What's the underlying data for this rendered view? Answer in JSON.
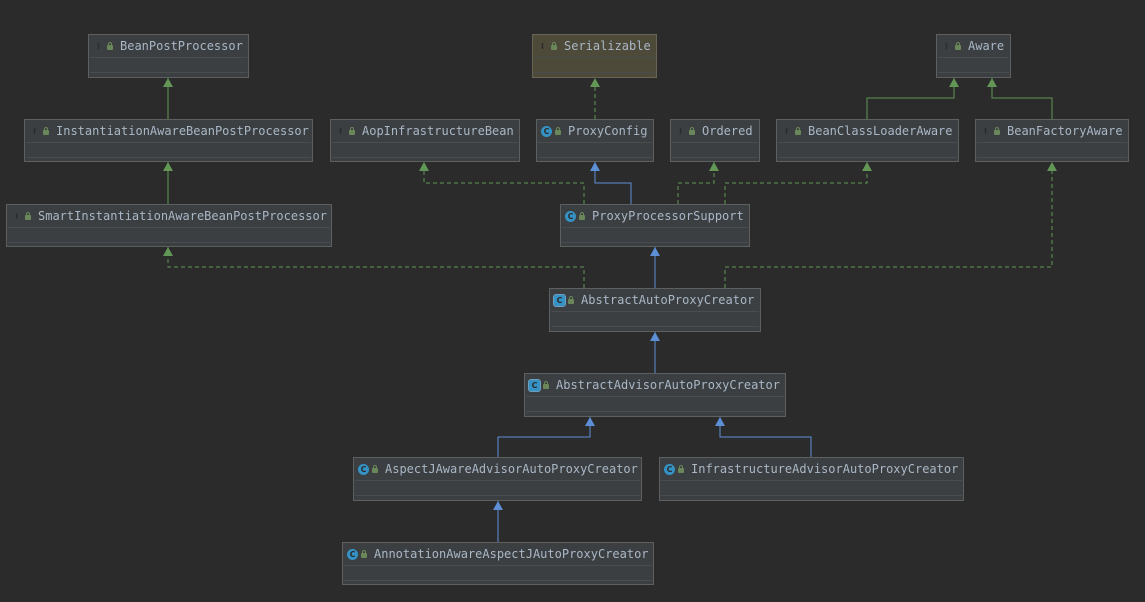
{
  "nodes": [
    {
      "id": "BeanPostProcessor",
      "name": "BeanPostProcessor",
      "kind": "interface",
      "kind_letter": "I"
    },
    {
      "id": "Serializable",
      "name": "Serializable",
      "kind": "interface",
      "kind_letter": "I"
    },
    {
      "id": "Aware",
      "name": "Aware",
      "kind": "interface",
      "kind_letter": "I"
    },
    {
      "id": "InstantiationAwareBeanPostProcessor",
      "name": "InstantiationAwareBeanPostProcessor",
      "kind": "interface",
      "kind_letter": "I"
    },
    {
      "id": "AopInfrastructureBean",
      "name": "AopInfrastructureBean",
      "kind": "interface",
      "kind_letter": "I"
    },
    {
      "id": "ProxyConfig",
      "name": "ProxyConfig",
      "kind": "class",
      "kind_letter": "C"
    },
    {
      "id": "Ordered",
      "name": "Ordered",
      "kind": "interface",
      "kind_letter": "I"
    },
    {
      "id": "BeanClassLoaderAware",
      "name": "BeanClassLoaderAware",
      "kind": "interface",
      "kind_letter": "I"
    },
    {
      "id": "BeanFactoryAware",
      "name": "BeanFactoryAware",
      "kind": "interface",
      "kind_letter": "I"
    },
    {
      "id": "SmartInstantiationAwareBeanPostProcessor",
      "name": "SmartInstantiationAwareBeanPostProcessor",
      "kind": "interface",
      "kind_letter": "I"
    },
    {
      "id": "ProxyProcessorSupport",
      "name": "ProxyProcessorSupport",
      "kind": "class",
      "kind_letter": "C"
    },
    {
      "id": "AbstractAutoProxyCreator",
      "name": "AbstractAutoProxyCreator",
      "kind": "abstract",
      "kind_letter": "C"
    },
    {
      "id": "AbstractAdvisorAutoProxyCreator",
      "name": "AbstractAdvisorAutoProxyCreator",
      "kind": "abstract",
      "kind_letter": "C"
    },
    {
      "id": "AspectJAwareAdvisorAutoProxyCreator",
      "name": "AspectJAwareAdvisorAutoProxyCreator",
      "kind": "class",
      "kind_letter": "C"
    },
    {
      "id": "InfrastructureAdvisorAutoProxyCreator",
      "name": "InfrastructureAdvisorAutoProxyCreator",
      "kind": "class",
      "kind_letter": "C"
    },
    {
      "id": "AnnotationAwareAspectJAutoProxyCreator",
      "name": "AnnotationAwareAspectJAutoProxyCreator",
      "kind": "class",
      "kind_letter": "C"
    }
  ],
  "edges": [
    {
      "from": "InstantiationAwareBeanPostProcessor",
      "to": "BeanPostProcessor",
      "relation": "extends"
    },
    {
      "from": "SmartInstantiationAwareBeanPostProcessor",
      "to": "InstantiationAwareBeanPostProcessor",
      "relation": "extends"
    },
    {
      "from": "ProxyConfig",
      "to": "Serializable",
      "relation": "implements"
    },
    {
      "from": "BeanClassLoaderAware",
      "to": "Aware",
      "relation": "extends"
    },
    {
      "from": "BeanFactoryAware",
      "to": "Aware",
      "relation": "extends"
    },
    {
      "from": "ProxyProcessorSupport",
      "to": "ProxyConfig",
      "relation": "extends-class"
    },
    {
      "from": "ProxyProcessorSupport",
      "to": "AopInfrastructureBean",
      "relation": "implements"
    },
    {
      "from": "ProxyProcessorSupport",
      "to": "Ordered",
      "relation": "implements"
    },
    {
      "from": "ProxyProcessorSupport",
      "to": "BeanClassLoaderAware",
      "relation": "implements"
    },
    {
      "from": "AbstractAutoProxyCreator",
      "to": "ProxyProcessorSupport",
      "relation": "extends-class"
    },
    {
      "from": "AbstractAutoProxyCreator",
      "to": "SmartInstantiationAwareBeanPostProcessor",
      "relation": "implements"
    },
    {
      "from": "AbstractAutoProxyCreator",
      "to": "BeanFactoryAware",
      "relation": "implements"
    },
    {
      "from": "AbstractAdvisorAutoProxyCreator",
      "to": "AbstractAutoProxyCreator",
      "relation": "extends-class"
    },
    {
      "from": "AspectJAwareAdvisorAutoProxyCreator",
      "to": "AbstractAdvisorAutoProxyCreator",
      "relation": "extends-class"
    },
    {
      "from": "InfrastructureAdvisorAutoProxyCreator",
      "to": "AbstractAdvisorAutoProxyCreator",
      "relation": "extends-class"
    },
    {
      "from": "AnnotationAwareAspectJAutoProxyCreator",
      "to": "AspectJAwareAdvisorAutoProxyCreator",
      "relation": "extends-class"
    }
  ],
  "colors": {
    "background": "#2b2b2b",
    "node_fill": "#3c3f41",
    "node_border": "#5e6060",
    "text": "#a9b7c6",
    "interface_icon": "#629755",
    "class_icon": "#3592c4",
    "interface_edge": "#629755",
    "class_edge": "#5c8fd6"
  }
}
